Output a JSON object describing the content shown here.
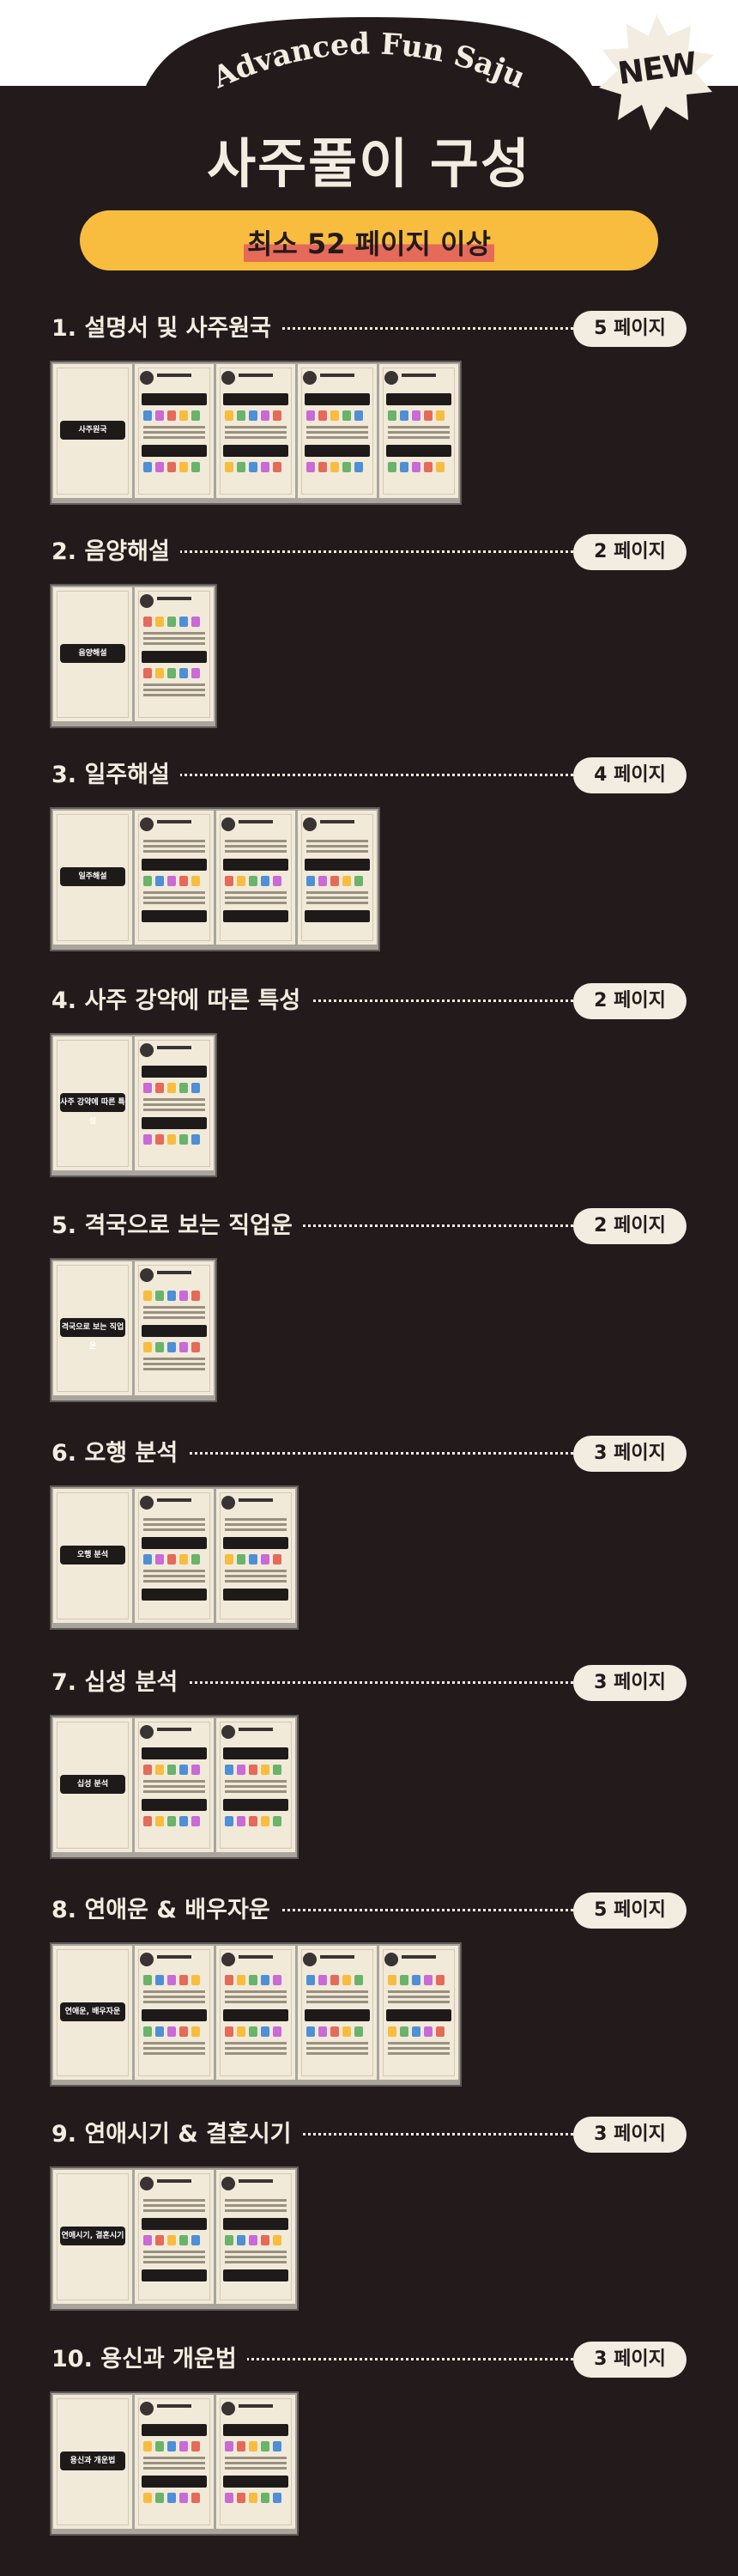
{
  "header": {
    "brand": "Advanced Fun Saju",
    "new_badge": "NEW",
    "title": "사주풀이 구성",
    "highlight": "최소 52 페이지 이상"
  },
  "colors": {
    "background": "#231a1c",
    "cream": "#f3ece0",
    "accent_yellow": "#f8bd3e",
    "accent_red": "#e56a5a"
  },
  "sections": [
    {
      "title": "1. 설명서 및 사주원국",
      "badge": "5 페이지",
      "cover_label": "사주원국"
    },
    {
      "title": "2. 음양해설",
      "badge": "2 페이지",
      "cover_label": "음양해설"
    },
    {
      "title": "3. 일주해설",
      "badge": "4 페이지",
      "cover_label": "일주해설"
    },
    {
      "title": "4. 사주 강약에 따른 특성",
      "badge": "2 페이지",
      "cover_label": "사주 강약에 따른 특성"
    },
    {
      "title": "5. 격국으로 보는 직업운",
      "badge": "2 페이지",
      "cover_label": "격국으로 보는 직업운"
    },
    {
      "title": "6. 오행 분석",
      "badge": "3 페이지",
      "cover_label": "오행 분석"
    },
    {
      "title": "7. 십성 분석",
      "badge": "3 페이지",
      "cover_label": "십성 분석"
    },
    {
      "title": "8. 연애운 & 배우자운",
      "badge": "5 페이지",
      "cover_label": "연애운, 배우자운"
    },
    {
      "title": "9. 연애시기 & 결혼시기",
      "badge": "3 페이지",
      "cover_label": "연애시기, 결혼시기"
    },
    {
      "title": "10. 용신과 개운법",
      "badge": "3 페이지",
      "cover_label": "용신과 개운법"
    }
  ]
}
